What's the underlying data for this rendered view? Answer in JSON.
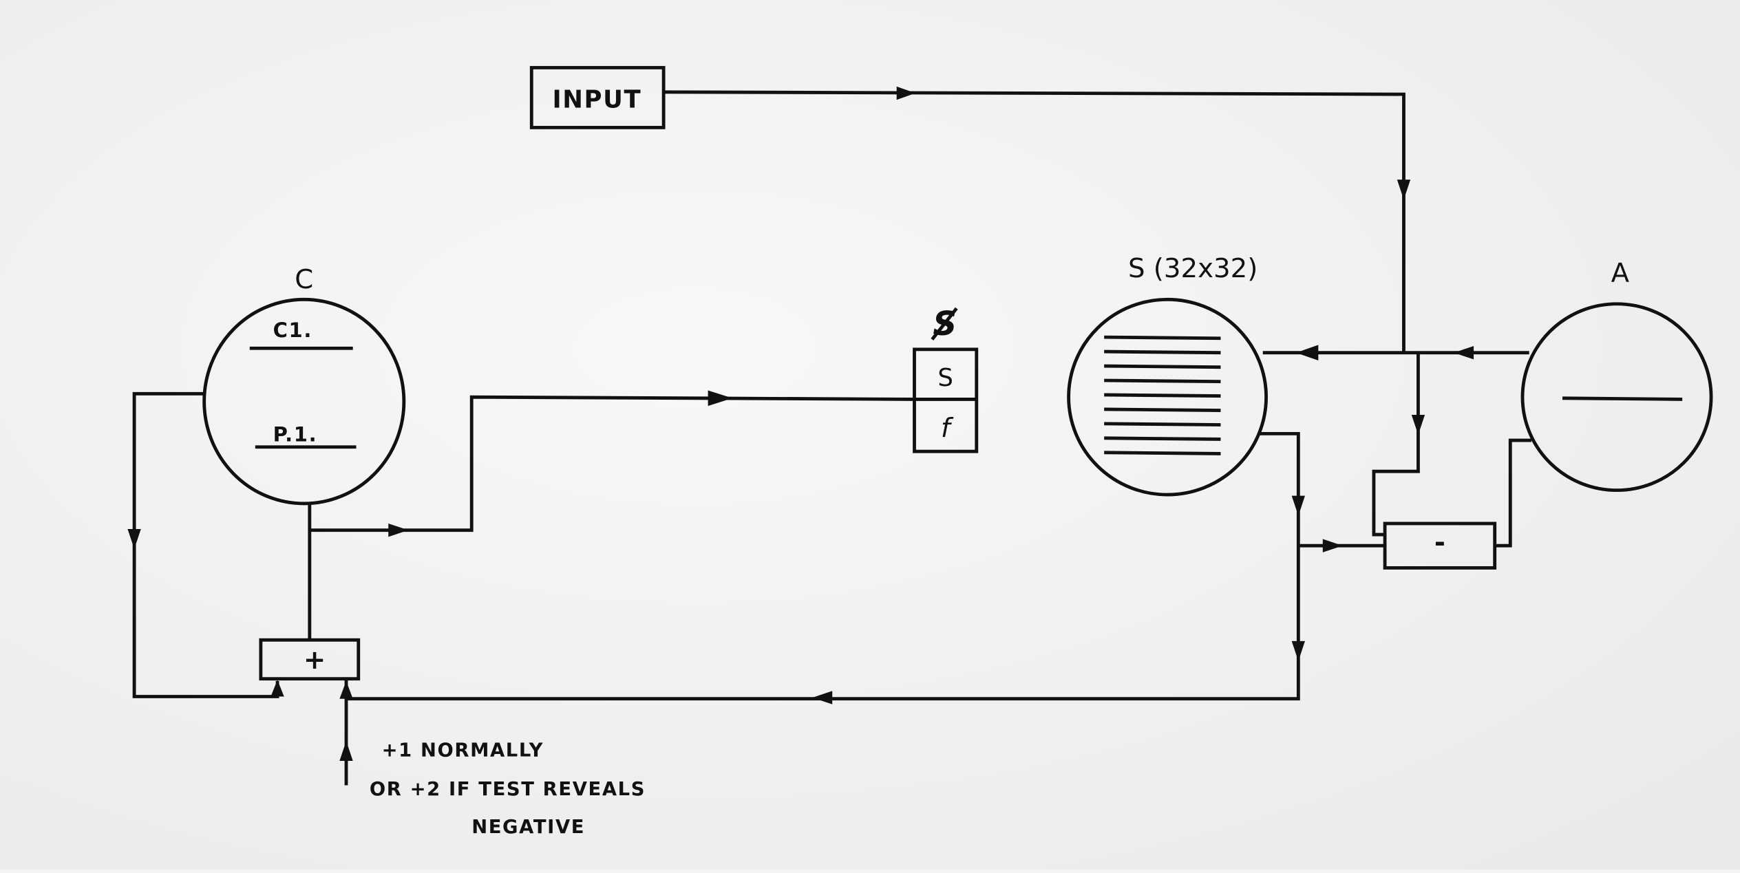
{
  "title": "Feedback control diagram",
  "nodes": {
    "input": {
      "label": "INPUT"
    },
    "c": {
      "label": "C",
      "upper_field": "C1.",
      "lower_field": "P.1."
    },
    "s_register": {
      "symbol": "S",
      "upper_cell": "S",
      "lower_cell": "f"
    },
    "s": {
      "label": "S (32x32)",
      "line_count": 9
    },
    "a": {
      "label": "A"
    },
    "adder": {
      "label": "+"
    },
    "subtractor": {
      "label": "-"
    }
  },
  "annotation": {
    "line1": "+1 NORMALLY",
    "line2": "OR +2 IF TEST REVEALS",
    "line3": "NEGATIVE"
  },
  "colors": {
    "ink": "#111111",
    "paper": "#f4f4f4"
  }
}
